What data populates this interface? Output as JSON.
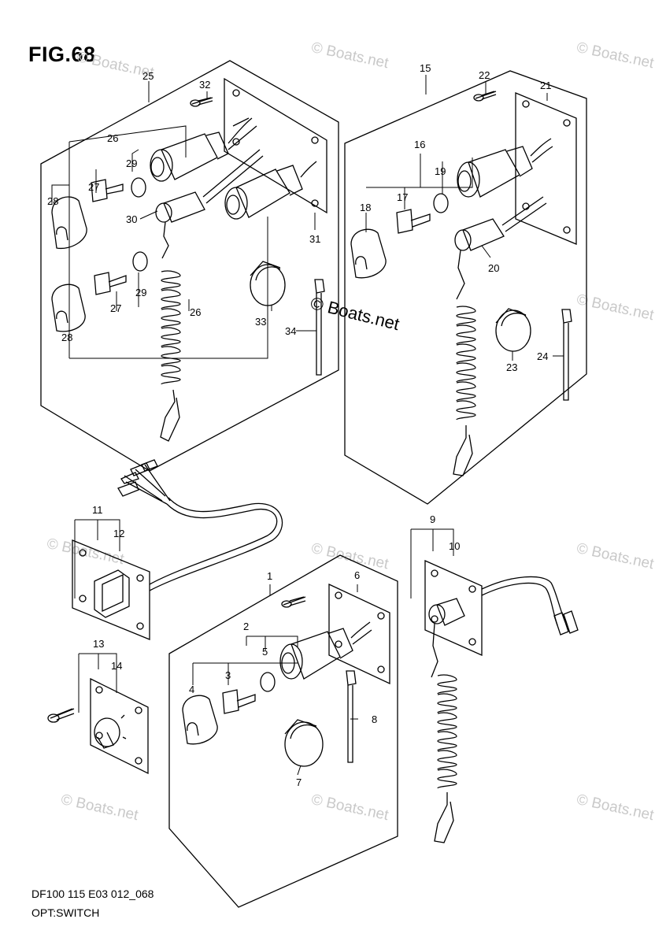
{
  "figure": {
    "title": "FIG.68",
    "model_code": "DF100 115 E03 012_068",
    "section_name": "OPT:SWITCH"
  },
  "watermarks": {
    "light_text": "© Boats.net",
    "main_text": "© Boats.net"
  },
  "part_labels": [
    "1",
    "2",
    "3",
    "4",
    "5",
    "6",
    "7",
    "8",
    "9",
    "10",
    "11",
    "12",
    "13",
    "14",
    "15",
    "16",
    "17",
    "18",
    "19",
    "20",
    "21",
    "22",
    "23",
    "24",
    "25",
    "26",
    "27",
    "28",
    "29",
    "30",
    "31",
    "32",
    "33",
    "34"
  ],
  "labels": {
    "p1": "1",
    "p2": "2",
    "p3": "3",
    "p4": "4",
    "p5": "5",
    "p6": "6",
    "p7": "7",
    "p8": "8",
    "p9": "9",
    "p10": "10",
    "p11": "11",
    "p12": "12",
    "p13": "13",
    "p14": "14",
    "p15": "15",
    "p16": "16",
    "p17": "17",
    "p18": "18",
    "p19": "19",
    "p20": "20",
    "p21": "21",
    "p22": "22",
    "p23": "23",
    "p24": "24",
    "p25": "25",
    "p26a": "26",
    "p26b": "26",
    "p27a": "27",
    "p27b": "27",
    "p28a": "28",
    "p28b": "28",
    "p29a": "29",
    "p29b": "29",
    "p30": "30",
    "p31": "31",
    "p32": "32",
    "p33": "33",
    "p34": "34"
  },
  "colors": {
    "line": "#000000",
    "watermark": "#c9c9c9",
    "background": "#ffffff"
  }
}
